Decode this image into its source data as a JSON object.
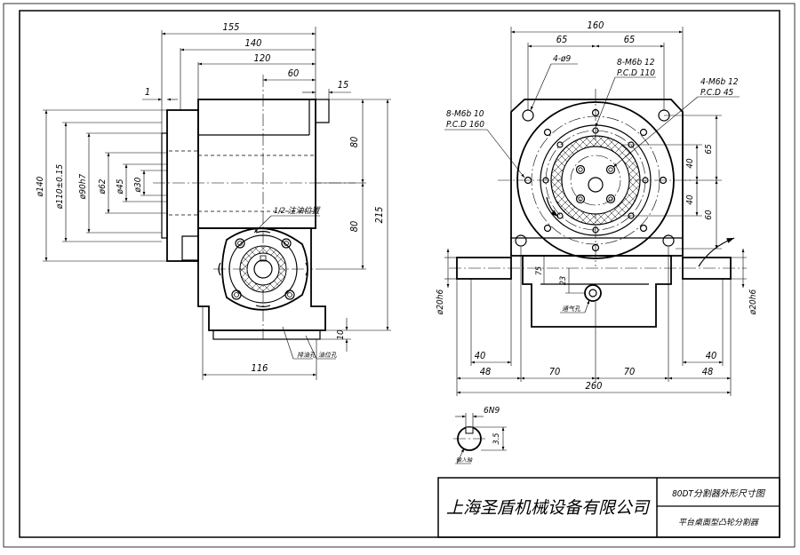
{
  "drawing": {
    "company": "上海圣盾机械设备有限公司",
    "model_title": "80DT分割器外形尺寸图",
    "product_name": "平台桌面型凸轮分割器"
  },
  "side_view": {
    "dims_top": [
      "155",
      "140",
      "120",
      "60",
      "15",
      "1"
    ],
    "dims_left": [
      "ø140",
      "ø110±0.15",
      "ø90h7",
      "ø62",
      "ø45",
      "ø30"
    ],
    "dims_right": [
      "80",
      "80",
      "215",
      "10"
    ],
    "dim_bottom": "116",
    "labels": {
      "half_oil_level": "1/2 注油位置",
      "drain_hole": "排油孔",
      "oil_level_hole": "油位孔"
    }
  },
  "front_view": {
    "dims_top": [
      "160",
      "65",
      "65"
    ],
    "callouts": {
      "hole_4_phi9": "4-ø9",
      "m6_pcd110_a": "8-M6b 12",
      "m6_pcd110_b": "P.C.D 110",
      "m6_pcd45_a": "4-M6b 12",
      "m6_pcd45_b": "P.C.D 45",
      "m6_pcd160_a": "8-M6b 10",
      "m6_pcd160_b": "P.C.D 160"
    },
    "dims_right": [
      "65",
      "40",
      "40",
      "60"
    ],
    "shaft_left": "ø20h6",
    "shaft_right": "ø20h6",
    "dim_75": "75",
    "dim_23": "23",
    "vent_label": "通气孔",
    "dims_bottom": [
      "40",
      "48",
      "70",
      "70",
      "40",
      "48",
      "260"
    ]
  },
  "keyway_detail": {
    "width": "6N9",
    "depth": "3.5",
    "label": "输入轴"
  }
}
